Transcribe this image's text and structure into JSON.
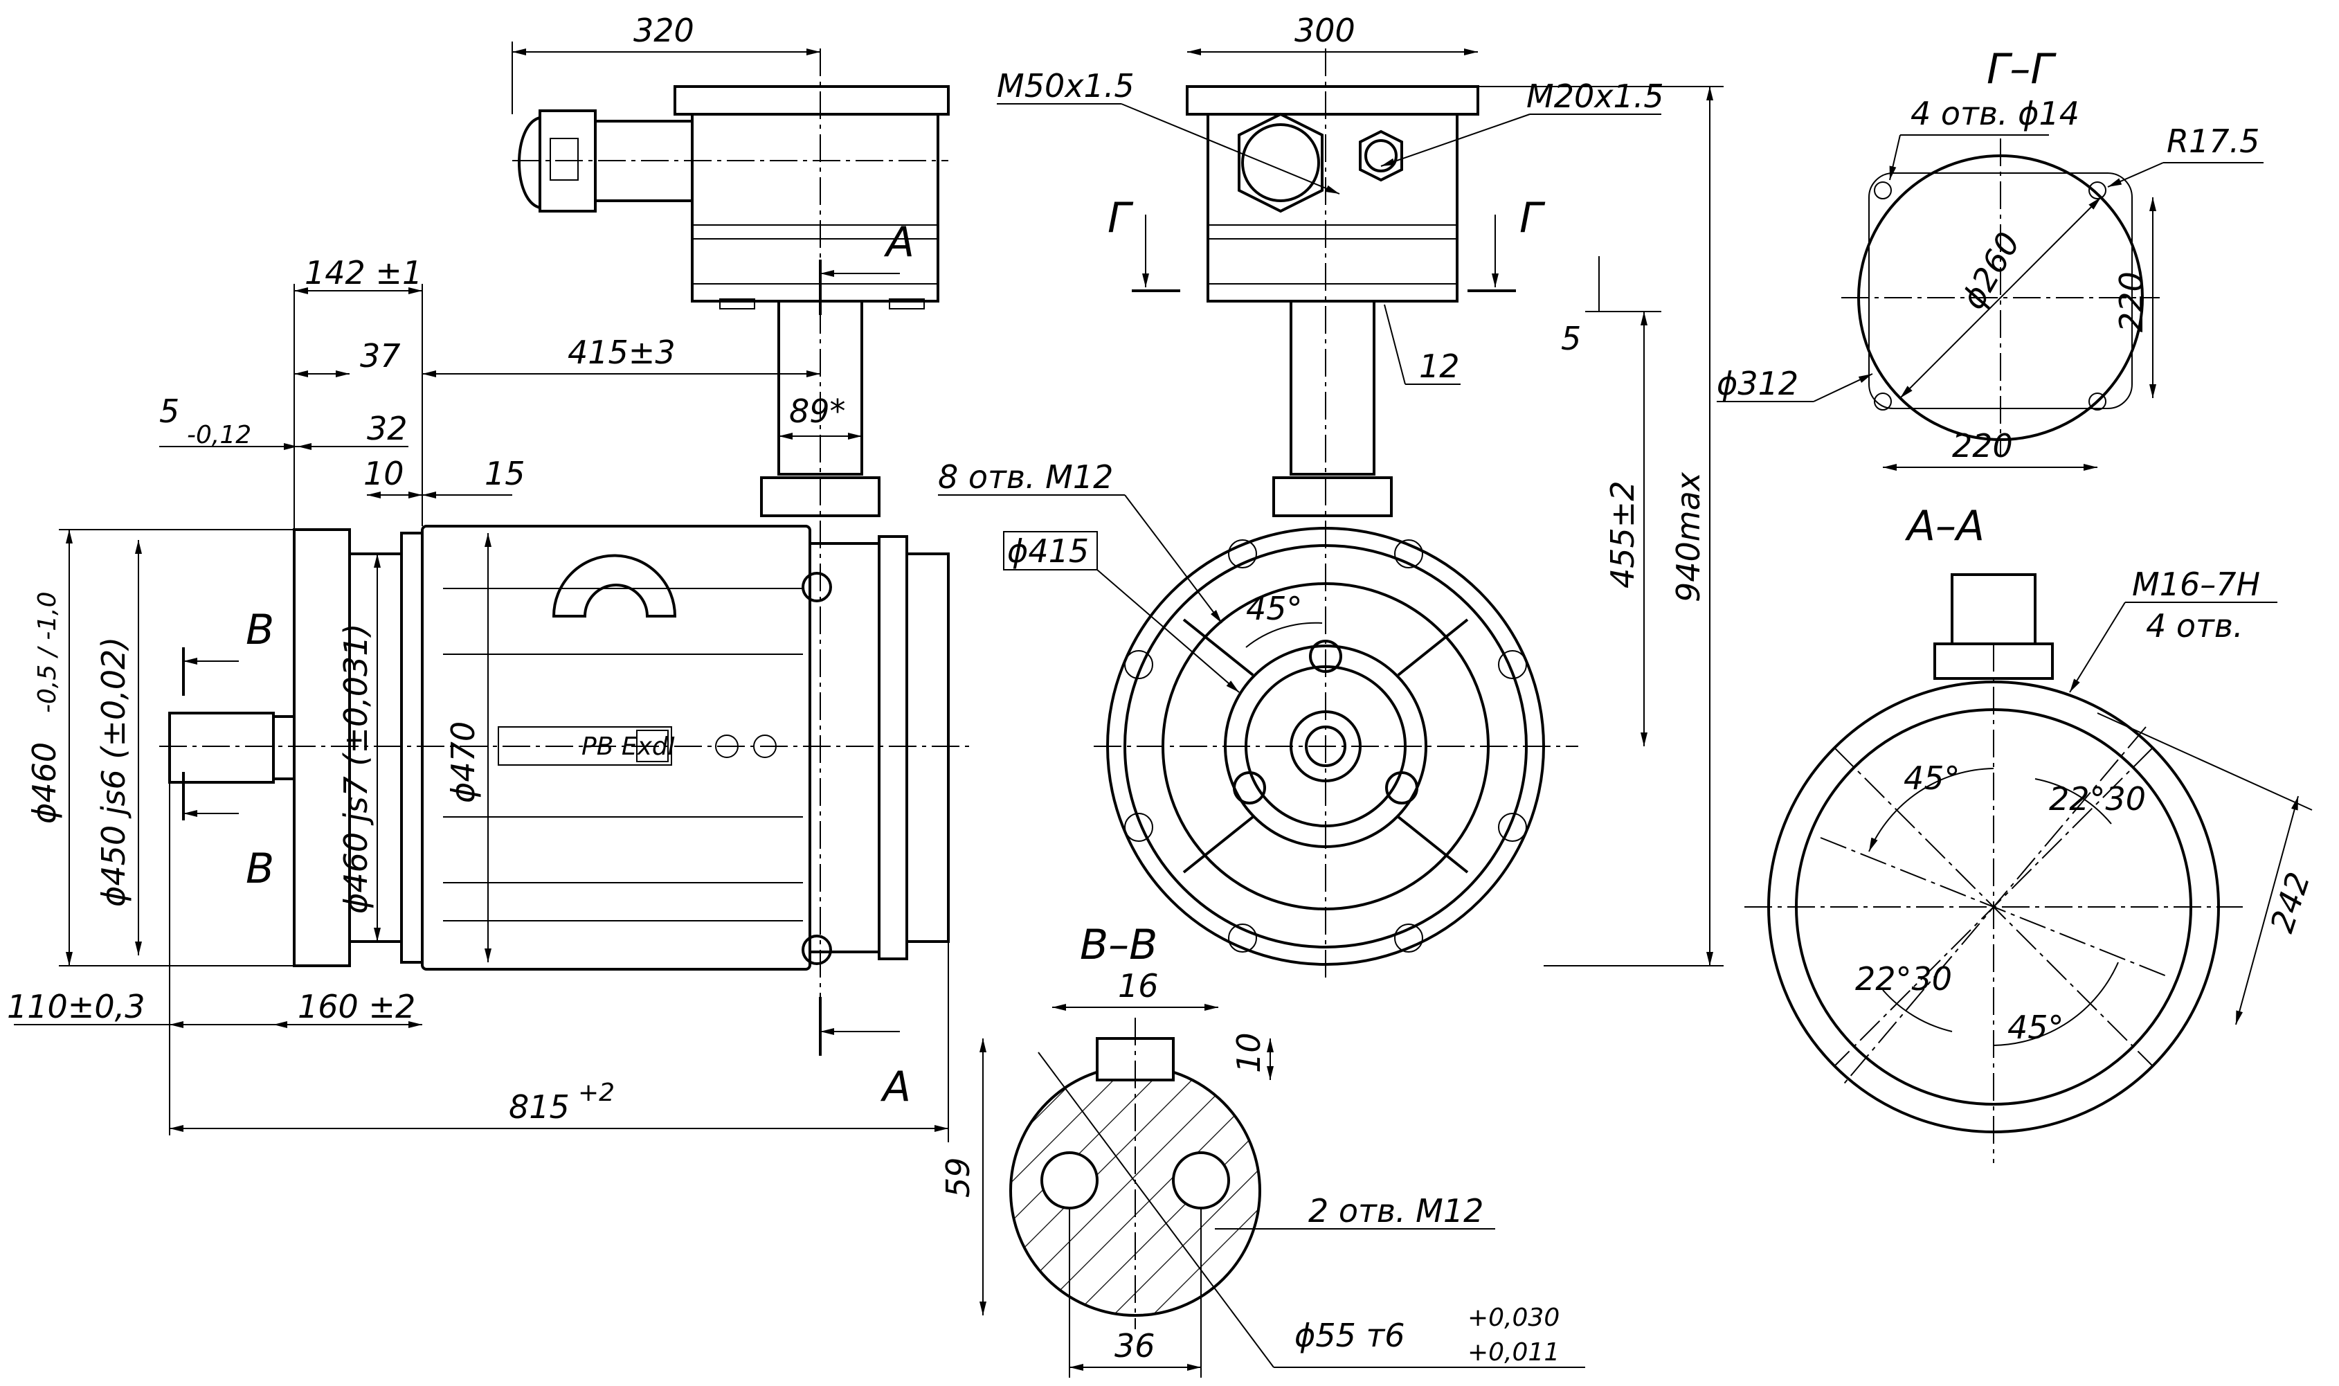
{
  "labels": {
    "d320": "320",
    "d300": "300",
    "m50": "M50x1.5",
    "m20": "M20x1.5",
    "sec_g": "Г–Г",
    "holes_g": "4 отв. ϕ14",
    "r175": "R17.5",
    "d260": "ϕ260",
    "d220v": "220",
    "d312": "ϕ312",
    "d220h": "220",
    "sec_a": "А–А",
    "m16": "M16–7H",
    "holes_a": "4 отв.",
    "a45a": "45°",
    "a2230a": "22°30",
    "d242": "242",
    "a2230b": "22°30",
    "a45b": "45°",
    "d142": "142 ±1",
    "d37": "37",
    "d415": "415±3",
    "d5": "5",
    "d5tol": "-0,12",
    "d32": "32",
    "d89": "89*",
    "d10": "10",
    "d15": "15",
    "letter_a_top": "А",
    "letter_g_left": "Г",
    "letter_g_right": "Г",
    "d5b": "5",
    "d12": "12",
    "d455": "455±2",
    "d940": "940max",
    "holes_8": "8 отв. M12",
    "dphi415": "ϕ415",
    "a45c": "45°",
    "letter_v_top": "В",
    "letter_v_bot": "В",
    "d460a": "ϕ460",
    "d460tol": "-0,5 / -1,0",
    "d450": "ϕ450 js6 (±0,02)",
    "d460b": "ϕ460 js7 (±0,031)",
    "d470": "ϕ470",
    "d110": "110±0,3",
    "d160": "160 ±2",
    "d815": "815",
    "d815tol": "+2",
    "letter_a_bot": "А",
    "sec_v": "В–В",
    "d16": "16",
    "d10b": "10",
    "d59": "59",
    "holes_2": "2 отв. M12",
    "d36": "36",
    "d55": "ϕ55 т6",
    "d55tol1": "+0,030",
    "d55tol2": "+0,011",
    "nameplate": "PB ExdI"
  }
}
